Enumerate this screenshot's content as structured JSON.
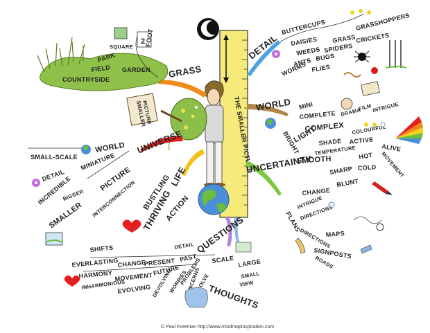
{
  "central": {
    "title": "THE SMALLER PICTURE"
  },
  "sign": {
    "text_line1": "SMALLER",
    "text_line2": "PICTURE"
  },
  "calendar": {
    "number": "2"
  },
  "branches": {
    "detail": {
      "label": "DETAIL",
      "words": [
        "BUTTERCUPS",
        "DAISIES",
        "GRASS",
        "GRASSHOPPERS",
        "WEEDS",
        "SPIDERS",
        "CRICKETS",
        "ANTS",
        "BUGS",
        "WORMS",
        "FLIES"
      ]
    },
    "grass": {
      "label": "GRASS",
      "words": [
        "FOOT",
        "SQUARE",
        "PARK",
        "GARDEN",
        "FIELD",
        "COUNTRYSIDE"
      ]
    },
    "world": {
      "label": "WORLD",
      "words": [
        "MINI",
        "COMPLETE",
        "DRAMA",
        "FILM",
        "INTRIGUE",
        "COLOURFUL",
        "COMPLEX",
        "LIGHT",
        "SHADE",
        "ACTIVE",
        "ALIVE",
        "BRIGHT",
        "TEMPERATURE",
        "HOT",
        "MOVEMENT",
        "SMOOTH",
        "SHARP",
        "COLD",
        "BLUNT"
      ]
    },
    "universe": {
      "label": "UNIVERSE",
      "words": [
        "WORLD",
        "SMALL-SCALE",
        "MINIATURE",
        "DETAIL",
        "INCREDIBLE",
        "PICTURE",
        "BIGGER",
        "SMALLER",
        "INTERCONNECTION"
      ]
    },
    "life": {
      "label": "LIFE",
      "words": [
        "BUSTLING",
        "THRIVING",
        "ACTION"
      ]
    },
    "uncertainty": {
      "label": "UNCERTAINTY",
      "words": [
        "CHANGE",
        "INTRIGUE",
        "DIRECTIONS",
        "PLANS",
        "MAPS",
        "DIRECTIONS",
        "SIGNPOSTS",
        "ROADS"
      ]
    },
    "questions": {
      "label": "QUESTIONS",
      "words": [
        "PAST",
        "DETAIL",
        "PRESENT",
        "CHANGE",
        "SHIFTS",
        "EVERLASTING",
        "HARMONY",
        "INHARMONIOUS",
        "MOVEMENT",
        "EVOLVING",
        "FUTURE",
        "DEVOLVING",
        "WORRIES",
        "PROBLEMS",
        "CONCERNS",
        "SOLVE"
      ]
    },
    "thoughts": {
      "label": "THOUGHTS",
      "words": [
        "SCALE",
        "LARGE",
        "SMALL",
        "VIEW"
      ]
    }
  },
  "footer": {
    "credit": "© Paul Foreman http://www.mindmapinspiration.com"
  },
  "colors": {
    "detail": "#4da3e0",
    "grass": "#f08a1c",
    "world": "#b0864a",
    "universe": "#e32020",
    "life": "#f2c21a",
    "uncertainty": "#7ac943",
    "questions": "#b483d9",
    "thoughts": "#8fb6e6",
    "ruler": "#f6ea7a",
    "sky": "#111111",
    "earth_land": "#6cbf3c",
    "earth_sea": "#4a8fd8"
  }
}
